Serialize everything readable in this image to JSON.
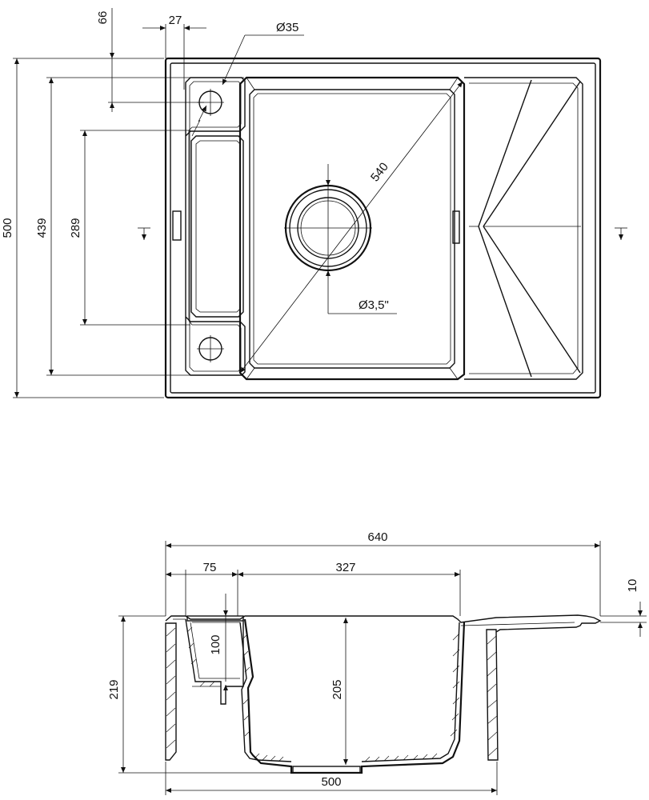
{
  "diagram": {
    "top_view": {
      "dim_top_offset": "66",
      "dim_hole_offset": "27",
      "dim_tap_hole": "Ø35",
      "dim_diagonal": "540",
      "dim_height_total": "500",
      "dim_bowl_height": "439",
      "dim_tray_height": "289",
      "dim_drain": "Ø3,5\""
    },
    "side_view": {
      "dim_total_width": "640",
      "dim_ledge": "75",
      "dim_bowl_width": "327",
      "dim_rim": "10",
      "dim_tray_depth": "100",
      "dim_depth_total": "219",
      "dim_bowl_depth": "205",
      "dim_bottom_width": "500"
    }
  }
}
